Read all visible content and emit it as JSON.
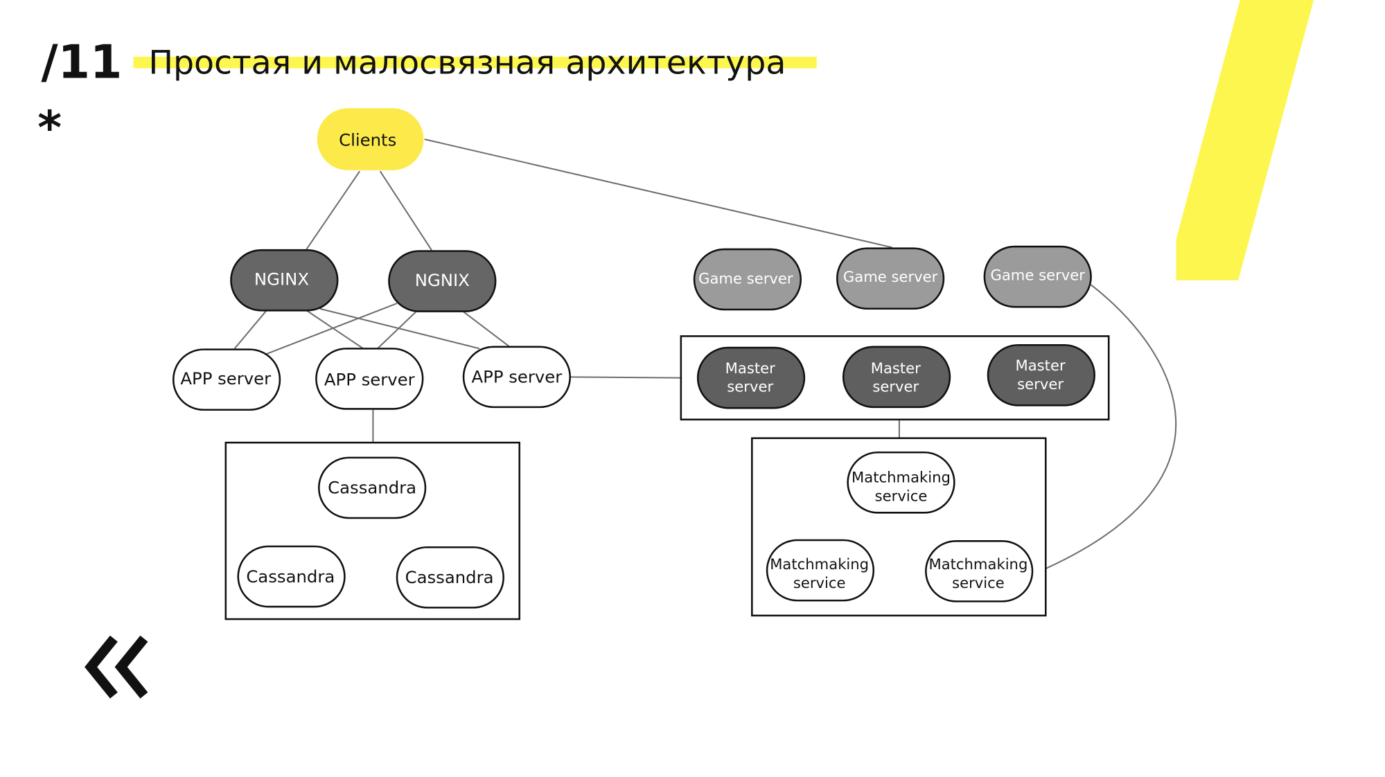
{
  "slide": {
    "number": "/11",
    "asterisk": "*",
    "title": "Простая и малосвязная архитектура",
    "back_glyph": "«",
    "accent_color": "#FCF04A"
  },
  "nodes": {
    "clients": "Clients",
    "nginx_1": "NGINX",
    "nginx_2": "NGNIX",
    "game_servers": [
      "Game server",
      "Game server",
      "Game server"
    ],
    "app_servers": [
      "APP server",
      "APP server",
      "APP server"
    ],
    "master_servers": [
      [
        "Master",
        "server"
      ],
      [
        "Master",
        "server"
      ],
      [
        "Master",
        "server"
      ]
    ],
    "cassandra": [
      "Cassandra",
      "Cassandra",
      "Cassandra"
    ],
    "matchmaking": [
      [
        "Matchmaking",
        "service"
      ],
      [
        "Matchmaking",
        "service"
      ],
      [
        "Matchmaking",
        "service"
      ]
    ]
  }
}
